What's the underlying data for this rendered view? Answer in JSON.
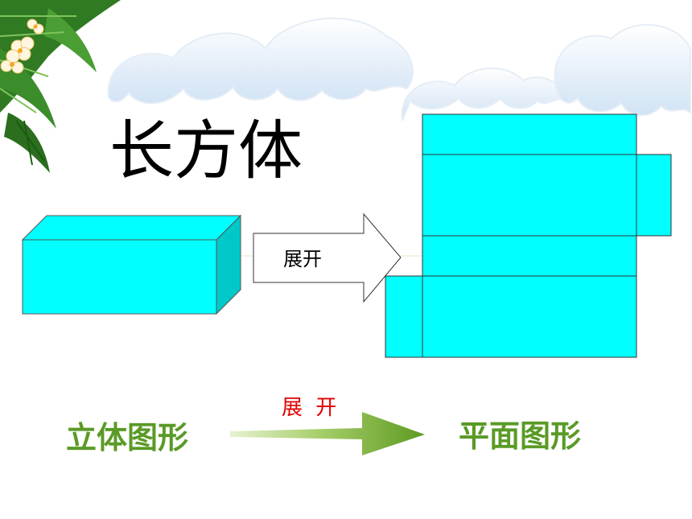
{
  "slide": {
    "title": "长方体",
    "arrow_label": "展开",
    "bottom": {
      "left_label": "立体图形",
      "middle_label": "展 开",
      "right_label": "平面图形"
    }
  },
  "colors": {
    "face_fill": "#00ffff",
    "face_side": "#00c8c8",
    "label_green": "#5a9a26",
    "label_red": "#e00000",
    "arrow_green": "#6aa42c"
  },
  "decor": {
    "corner_icon": "palm-leaf-flowers-icon",
    "cloud_icon": "cloud-icon"
  }
}
